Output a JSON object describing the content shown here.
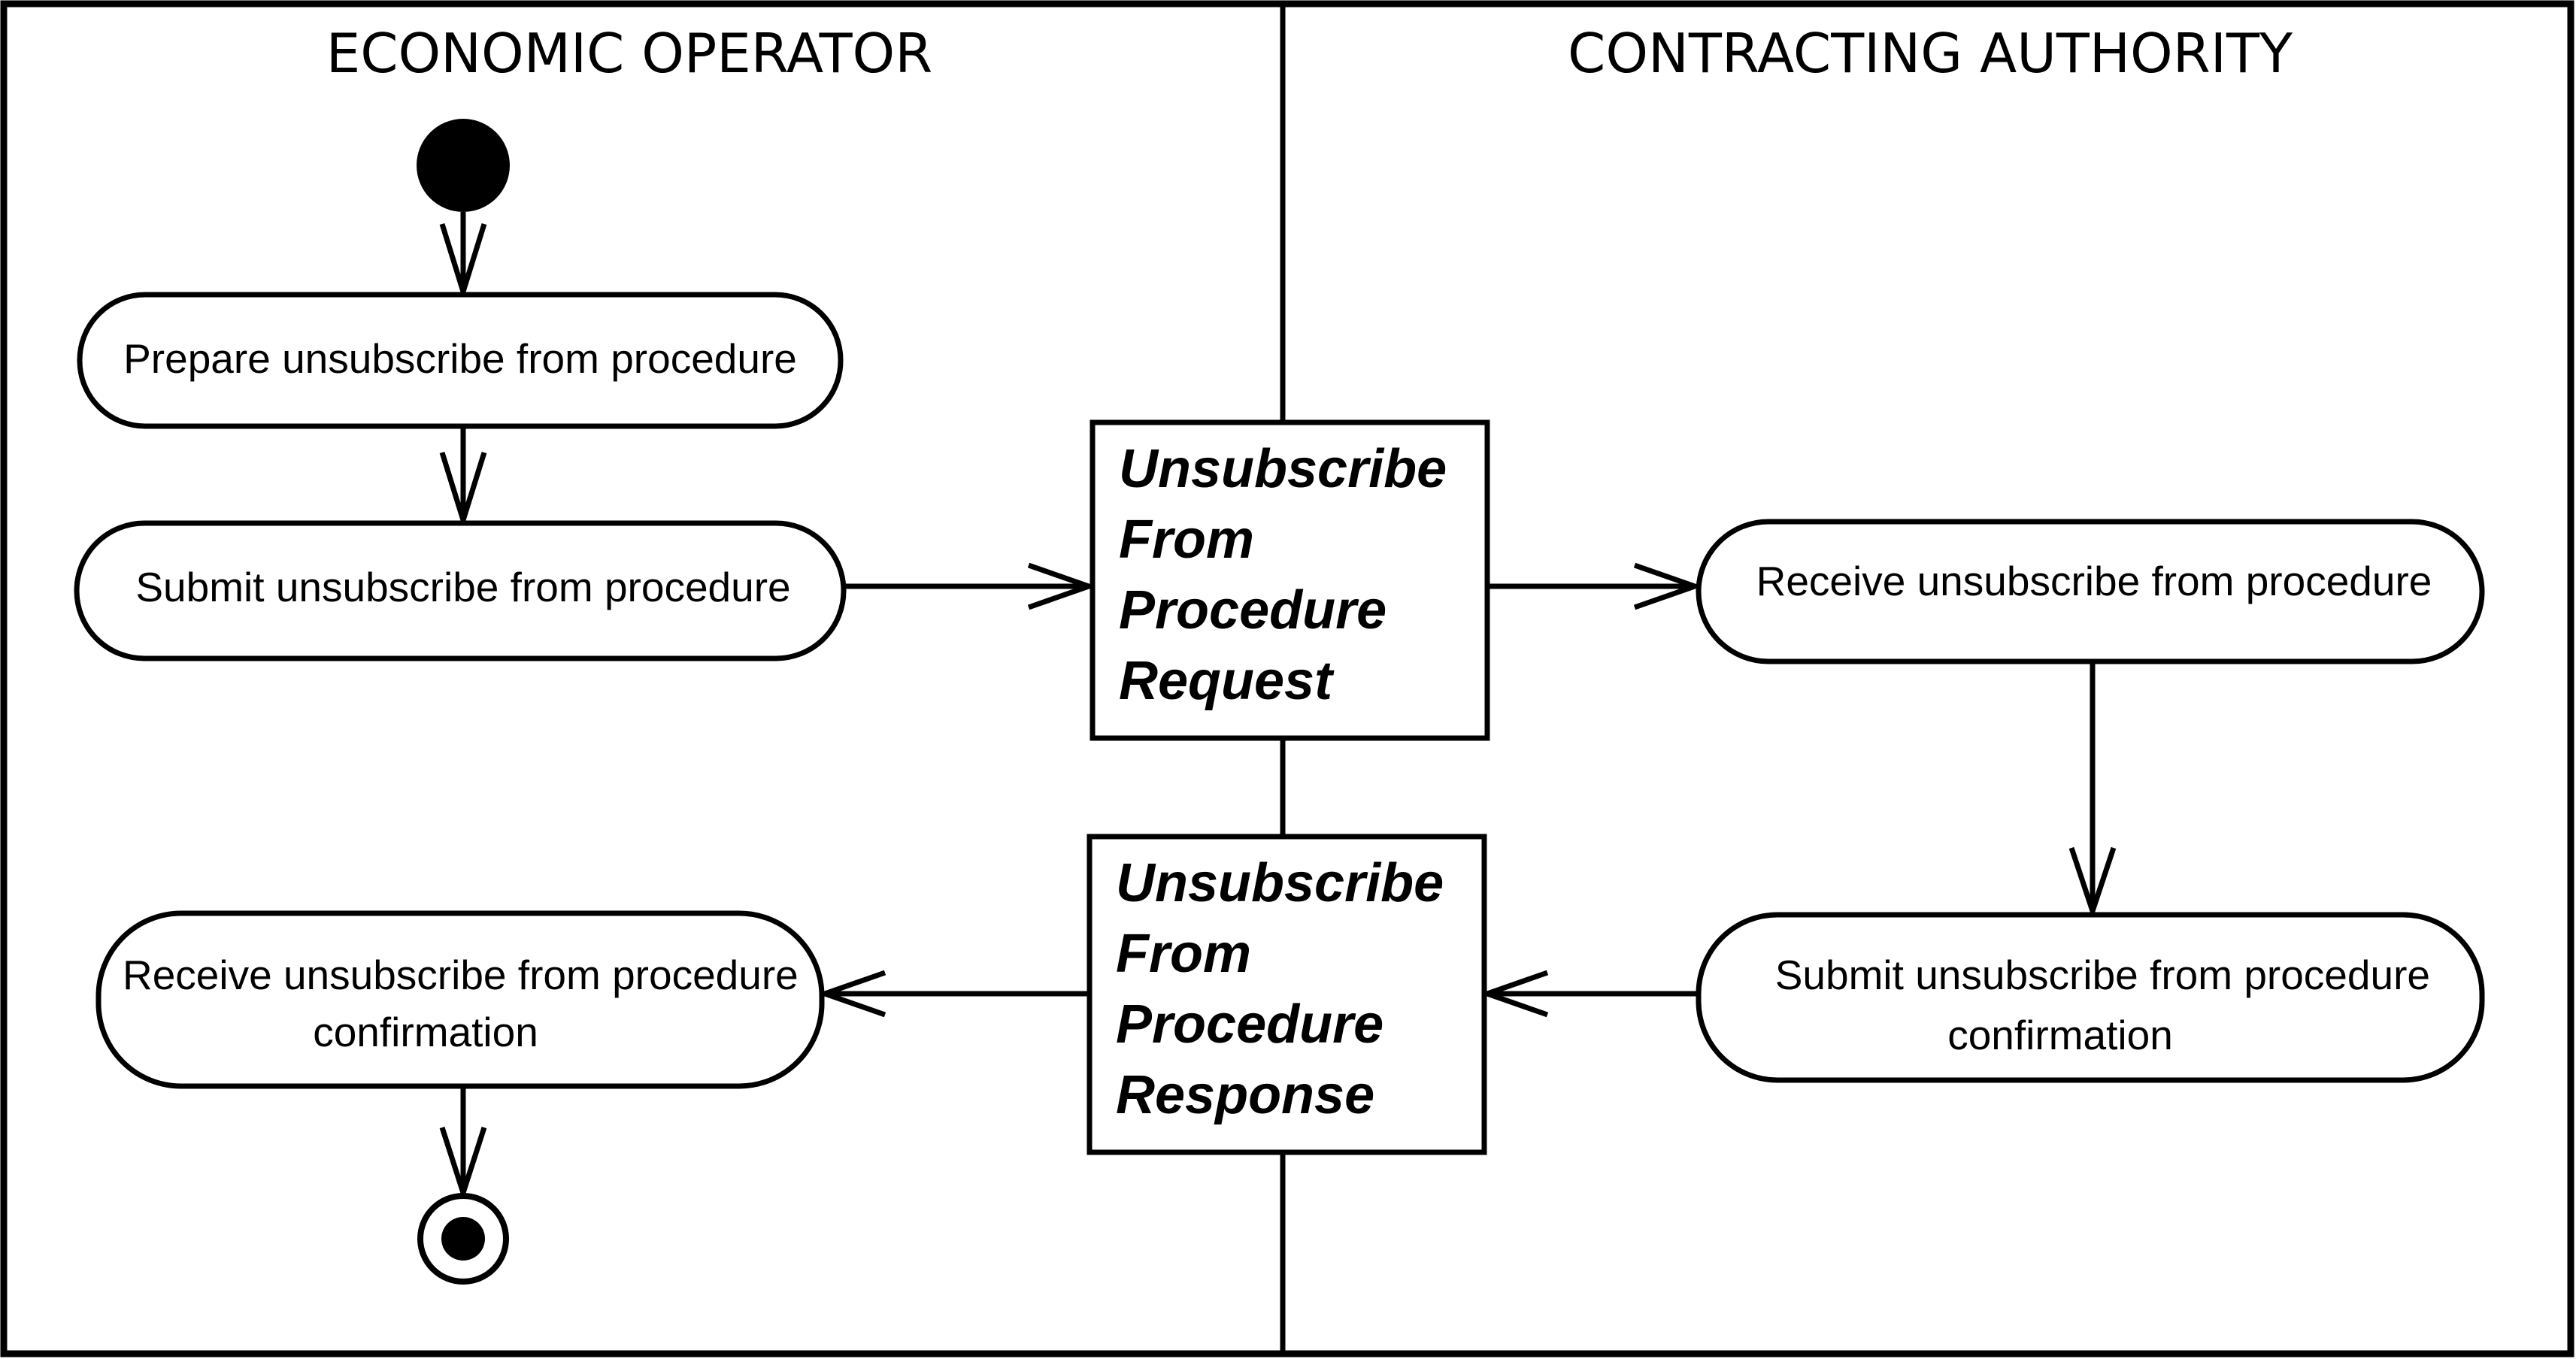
{
  "swimlanes": {
    "left": "ECONOMIC OPERATOR",
    "right": "CONTRACTING AUTHORITY"
  },
  "actions": {
    "prepare": [
      "Prepare unsubscribe from procedure"
    ],
    "submit_request": [
      "Submit unsubscribe from procedure"
    ],
    "receive_request": [
      "Receive unsubscribe from procedure"
    ],
    "submit_confirmation": [
      "Submit unsubscribe from procedure",
      "confirmation"
    ],
    "receive_confirmation": [
      "Receive unsubscribe from procedure",
      "confirmation"
    ]
  },
  "objects": {
    "request": [
      "Unsubscribe",
      "From",
      "Procedure",
      "Request"
    ],
    "response": [
      "Unsubscribe",
      "From",
      "Procedure",
      "Response"
    ]
  }
}
